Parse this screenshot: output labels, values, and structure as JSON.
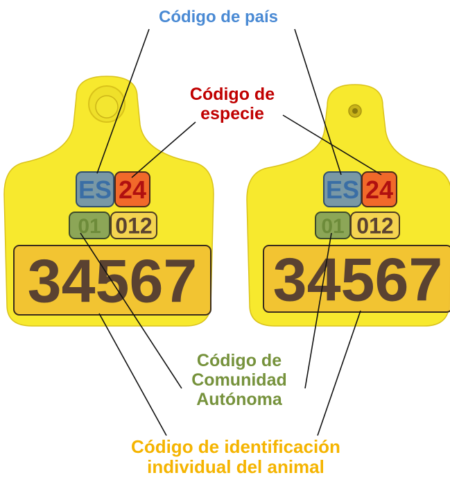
{
  "colors": {
    "tag_yellow": "#f7e92e",
    "tag_shadow": "#d9c21a",
    "country_box": "#6a8fb3",
    "country_text": "#3a6ea5",
    "species_box": "#f0622a",
    "species_text": "#b01010",
    "community_box": "#86a25a",
    "community_text": "#6d8b3a",
    "number_box": "#f1c033",
    "number_text": "#5a4231",
    "individual_label": "#f5b400",
    "country_label": "#4a8ad4",
    "species_label": "#c00000",
    "community_label": "#76923c",
    "line": "#111111"
  },
  "labels": {
    "country": "Código de país",
    "species": [
      "Código de",
      "especie"
    ],
    "community": [
      "Código de",
      "Comunidad",
      "Autónoma"
    ],
    "individual": [
      "Código de identificación",
      "individual del animal"
    ]
  },
  "tags": [
    {
      "name": "tag-left",
      "variant": "stud",
      "country": "ES",
      "species": "24",
      "community": "01",
      "region": "012",
      "individual": "34567"
    },
    {
      "name": "tag-right",
      "variant": "hole",
      "country": "ES",
      "species": "24",
      "community": "01",
      "region": "012",
      "individual": "34567"
    }
  ]
}
